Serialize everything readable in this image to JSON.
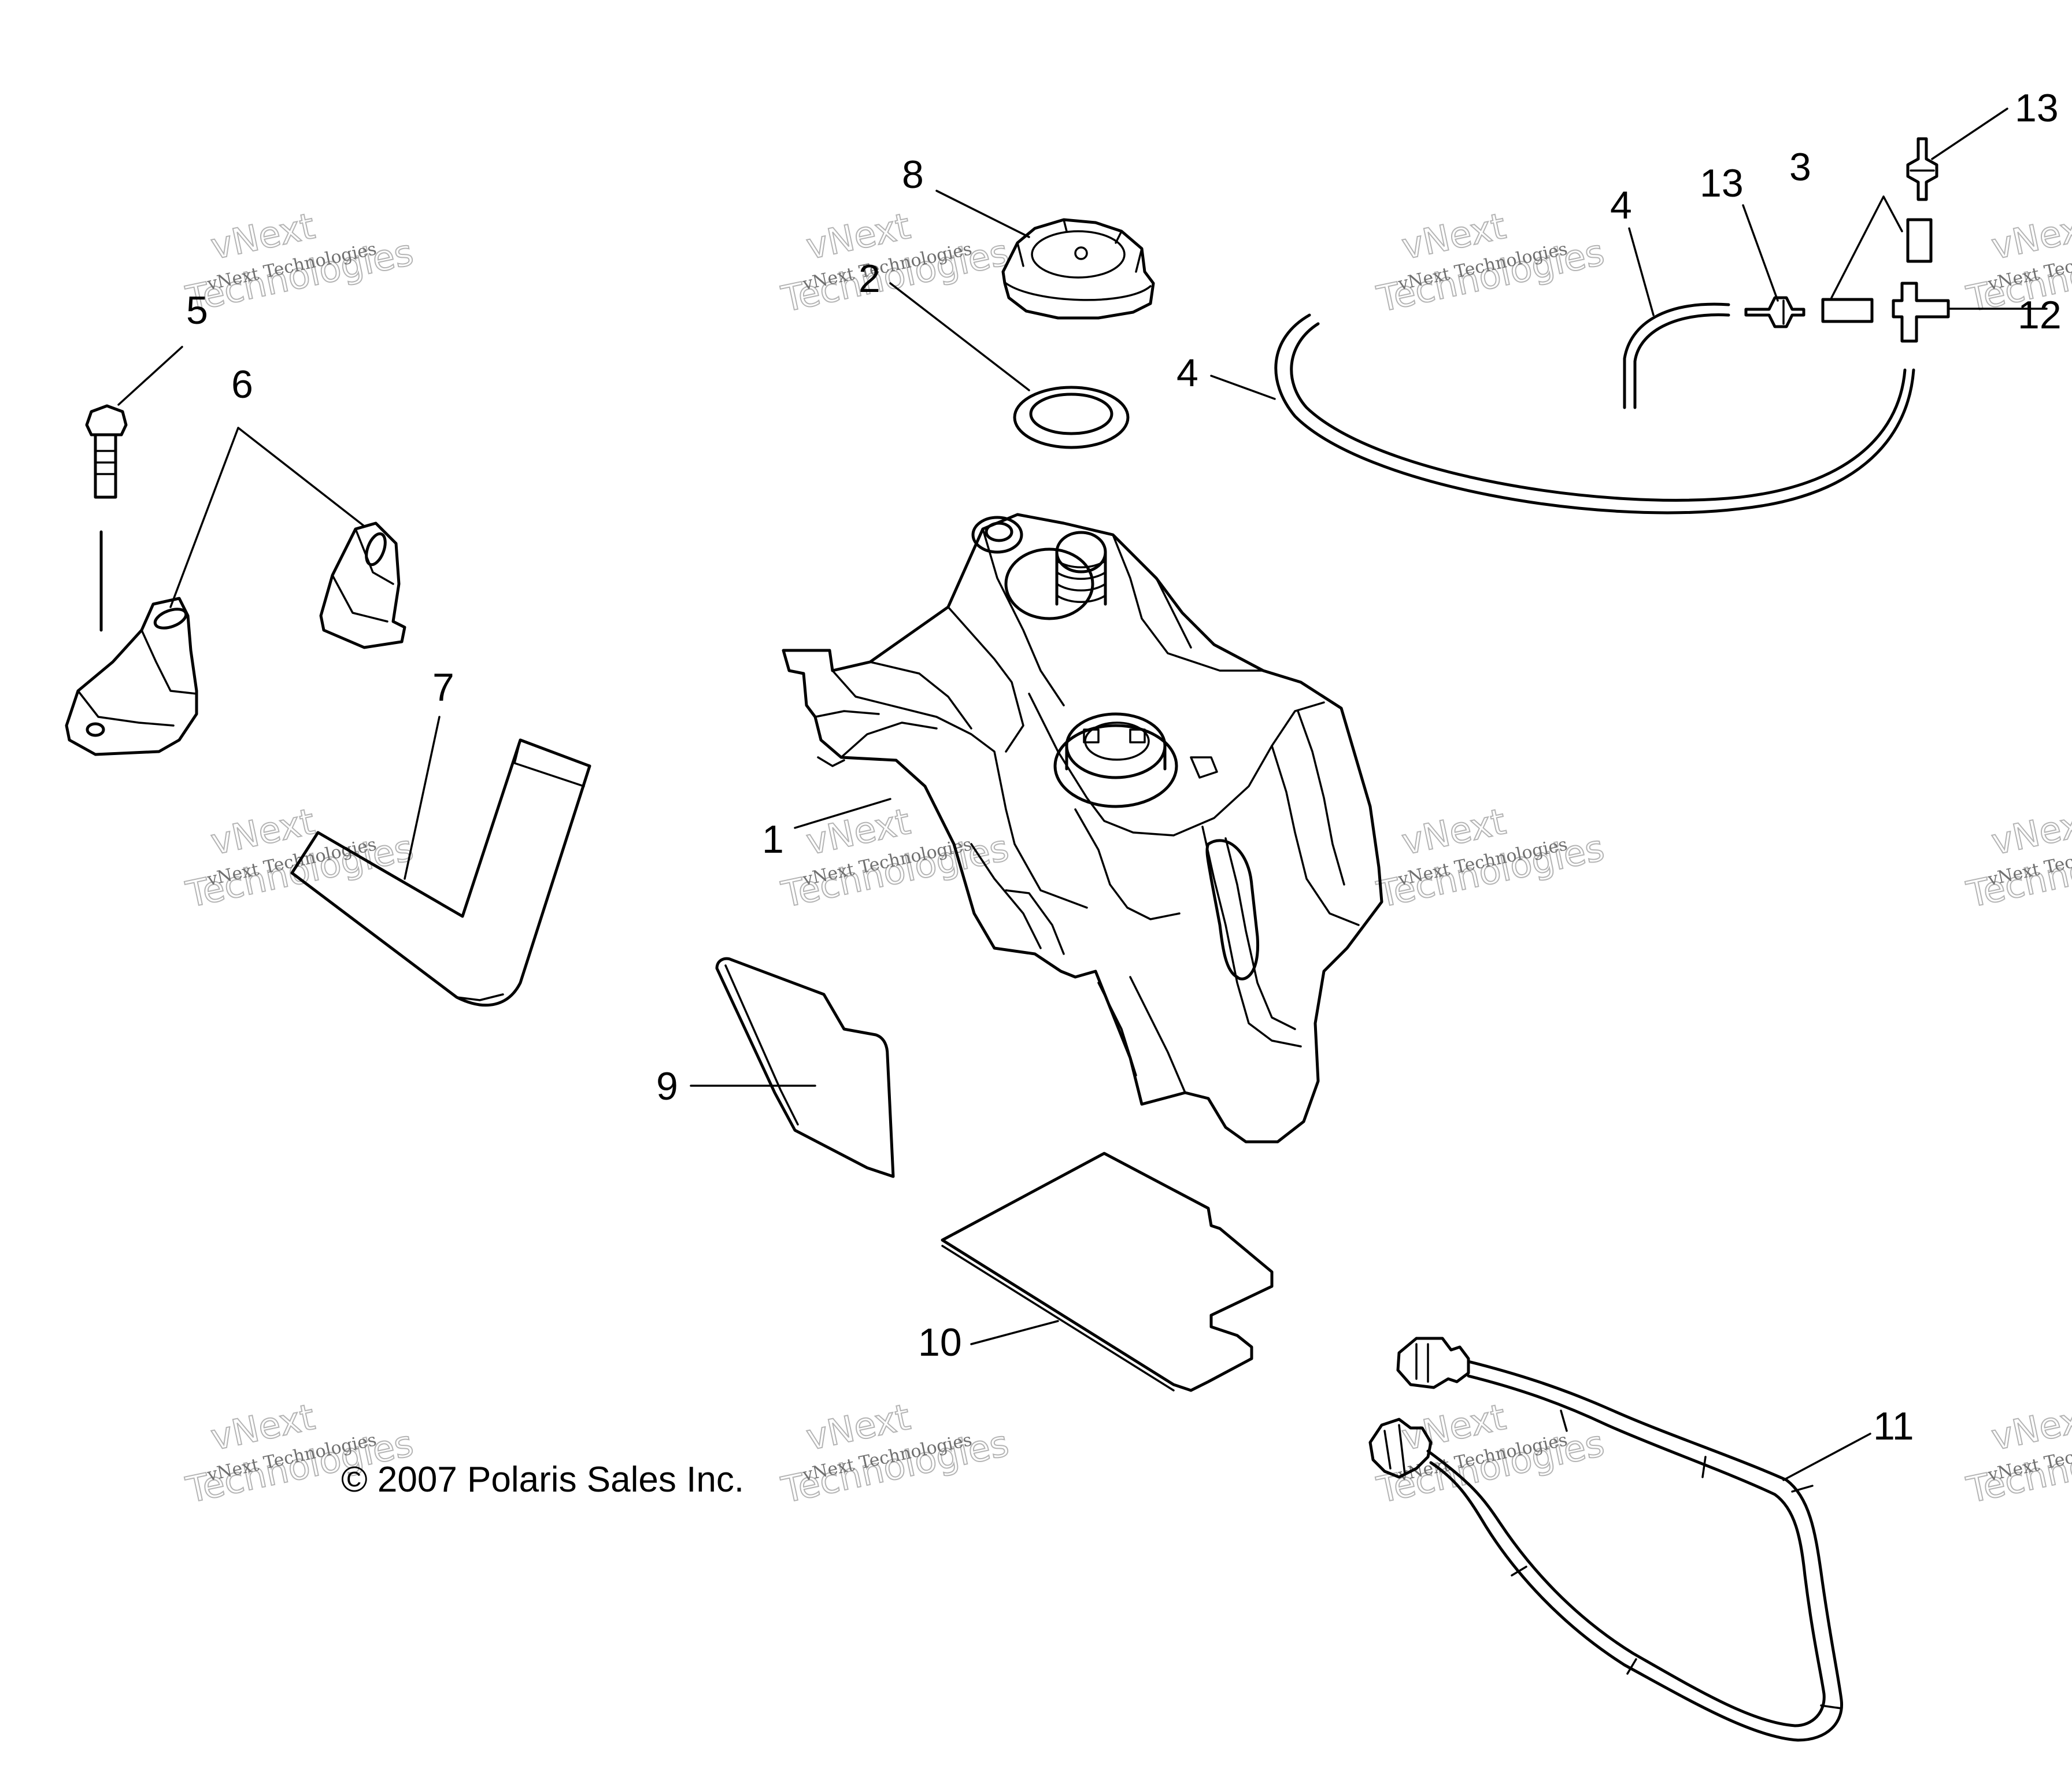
{
  "callouts": [
    {
      "id": "1",
      "label": "1"
    },
    {
      "id": "2",
      "label": "2"
    },
    {
      "id": "3",
      "label": "3"
    },
    {
      "id": "4a",
      "label": "4"
    },
    {
      "id": "4b",
      "label": "4"
    },
    {
      "id": "5",
      "label": "5"
    },
    {
      "id": "6",
      "label": "6"
    },
    {
      "id": "7",
      "label": "7"
    },
    {
      "id": "8",
      "label": "8"
    },
    {
      "id": "9",
      "label": "9"
    },
    {
      "id": "10",
      "label": "10"
    },
    {
      "id": "11",
      "label": "11"
    },
    {
      "id": "12",
      "label": "12"
    },
    {
      "id": "13a",
      "label": "13"
    },
    {
      "id": "13b",
      "label": "13"
    }
  ],
  "copyright": "© 2007 Polaris Sales Inc.",
  "watermark": {
    "line1": "vNext Technologies",
    "big1": "vNext",
    "big2": "Technologies"
  },
  "colors": {
    "ink": "#000000",
    "watermark": "#b4b4b4",
    "background": "#ffffff"
  }
}
